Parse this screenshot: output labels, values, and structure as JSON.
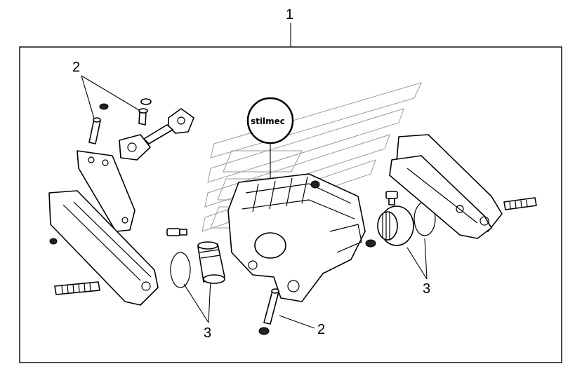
{
  "diagram": {
    "callouts": {
      "assembly": "1",
      "pin_left": "2",
      "pin_bottom": "2",
      "piston_left": "3",
      "piston_right": "3"
    },
    "logo_text": "stilmec",
    "line_color": "#000000",
    "background": "#ffffff"
  }
}
